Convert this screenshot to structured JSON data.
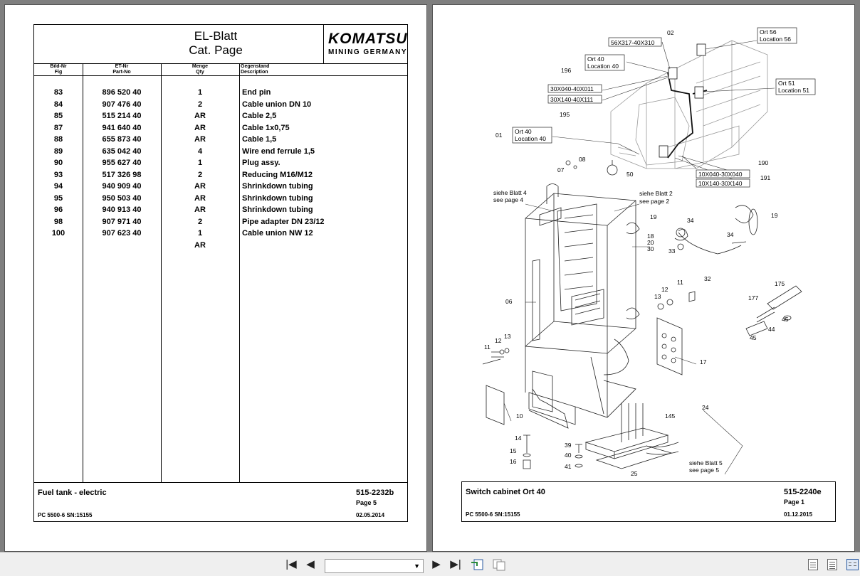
{
  "left_page": {
    "title_de": "EL-Blatt",
    "title_en": "Cat. Page",
    "logo_main": "KOMATSU",
    "logo_sub": "MINING GERMANY",
    "columns": [
      {
        "de": "Bild-Nr",
        "en": "Fig"
      },
      {
        "de": "ET-Nr",
        "en": "Part-No"
      },
      {
        "de": "Menge",
        "en": "Qty"
      },
      {
        "de": "Gegenstand",
        "en": "Description"
      }
    ],
    "rows": [
      {
        "fig": "83",
        "part": "896 520 40",
        "qty": "1",
        "desc": "End pin"
      },
      {
        "fig": "84",
        "part": "907 476 40",
        "qty": "2",
        "desc": "Cable union DN 10"
      },
      {
        "fig": "85",
        "part": "515 214 40",
        "qty": "AR",
        "desc": "Cable 2,5"
      },
      {
        "fig": "87",
        "part": "941 640 40",
        "qty": "AR",
        "desc": "Cable 1x0,75"
      },
      {
        "fig": "88",
        "part": "655 873 40",
        "qty": "AR",
        "desc": "Cable 1,5"
      },
      {
        "fig": "89",
        "part": "635 042 40",
        "qty": "4",
        "desc": "Wire end ferrule 1,5"
      },
      {
        "fig": "90",
        "part": "955 627 40",
        "qty": "1",
        "desc": "Plug assy."
      },
      {
        "fig": "93",
        "part": "517 326 98",
        "qty": "2",
        "desc": "Reducing M16/M12"
      },
      {
        "fig": "94",
        "part": "940 909 40",
        "qty": "AR",
        "desc": "Shrinkdown tubing"
      },
      {
        "fig": "95",
        "part": "950 503 40",
        "qty": "AR",
        "desc": "Shrinkdown tubing"
      },
      {
        "fig": "96",
        "part": "940 913 40",
        "qty": "AR",
        "desc": "Shrinkdown tubing"
      },
      {
        "fig": "98",
        "part": "907 971 40",
        "qty": "2",
        "desc": "Pipe adapter DN 23/12"
      },
      {
        "fig": "100",
        "part": "907 623 40",
        "qty": "1",
        "desc": "Cable union NW 12"
      },
      {
        "fig": "",
        "part": "",
        "qty": "AR",
        "desc": ""
      }
    ],
    "footer": {
      "title": "Fuel tank - electric",
      "doc": "515-2232b",
      "page": "Page 5",
      "serial": "PC 5500-6 SN:15155",
      "date": "02.05.2014"
    }
  },
  "right_page": {
    "callouts": {
      "c02": "02",
      "c56x": "56X317-40X310",
      "ort56": "Ort 56",
      "loc56": "Location 56",
      "ort40a": "Ort 40",
      "loc40a": "Location 40",
      "c196": "196",
      "c30x040": "30X040-40X011",
      "c30x140": "30X140-40X111",
      "c195": "195",
      "ort51": "Ort 51",
      "loc51": "Location 51",
      "c01": "01",
      "ort40b": "Ort 40",
      "loc40b": "Location 40",
      "c08": "08",
      "c07": "07",
      "c50": "50",
      "c190": "190",
      "c10x040": "10X040-30X040",
      "c10x140": "10X140-30X140",
      "c191": "191",
      "siehe4": "siehe Blatt 4",
      "see4": "see page 4",
      "siehe2": "siehe Blatt 2",
      "see2": "see page 2",
      "c19a": "19",
      "c34a": "34",
      "c19b": "19",
      "c18": "18",
      "c20": "20",
      "c30": "30",
      "c34b": "34",
      "c33": "33",
      "c32": "32",
      "c175": "175",
      "c11a": "11",
      "c12a": "12",
      "c13a": "13",
      "c177": "177",
      "c06": "06",
      "c45a": "45",
      "c44": "44",
      "c45b": "45",
      "c12b": "12",
      "c13b": "13",
      "c11b": "11",
      "c17": "17",
      "c24": "24",
      "c145": "145",
      "c10": "10",
      "c14": "14",
      "c39": "39",
      "c15": "15",
      "c40": "40",
      "c16": "16",
      "c41": "41",
      "siehe5": "siehe Blatt 5",
      "see5": "see page 5",
      "c25": "25"
    },
    "footer": {
      "title": "Switch cabinet Ort 40",
      "doc": "515-2240e",
      "page": "Page 1",
      "serial": "PC 5500-6 SN:15155",
      "date": "01.12.2015"
    }
  },
  "toolbar": {
    "first_icon": "first-page-icon",
    "prev_icon": "previous-page-icon",
    "next_icon": "next-page-icon",
    "last_icon": "last-page-icon",
    "page_select_value": "",
    "view_modes": [
      "single-page-icon",
      "continuous-icon",
      "two-page-icon"
    ],
    "active_view": "two-page-icon"
  }
}
